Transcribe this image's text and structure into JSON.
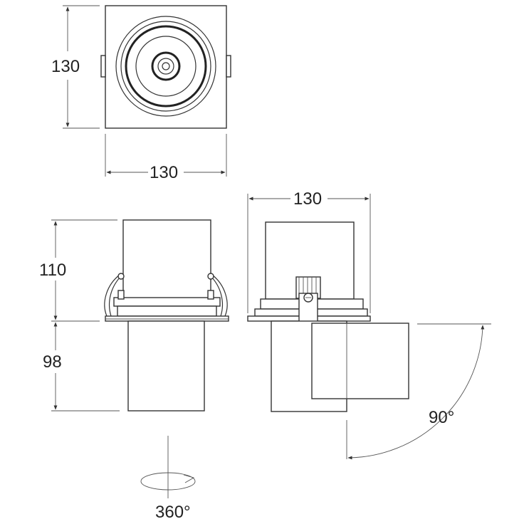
{
  "dimensions": {
    "top_height": "130",
    "top_width": "130",
    "body_height": "110",
    "lower_height": "98",
    "side_width": "130",
    "tilt_angle": "90°",
    "rotation_angle": "360°"
  }
}
